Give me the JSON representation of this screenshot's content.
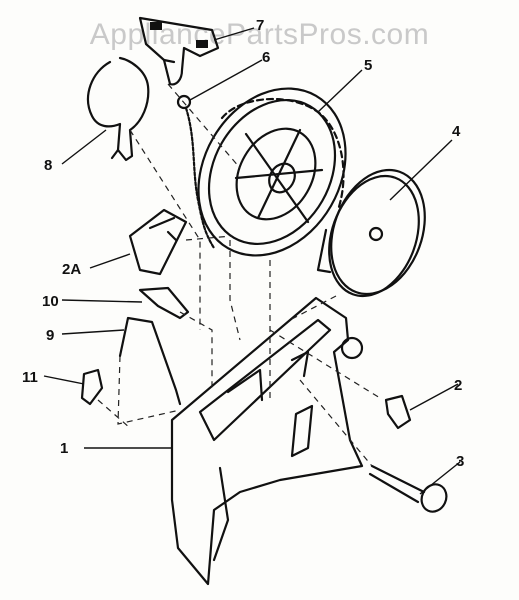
{
  "watermark": "AppliancePartsPros.com",
  "callouts": [
    {
      "id": "1",
      "label": "1"
    },
    {
      "id": "2",
      "label": "2"
    },
    {
      "id": "2A",
      "label": "2A"
    },
    {
      "id": "3",
      "label": "3"
    },
    {
      "id": "4",
      "label": "4"
    },
    {
      "id": "5",
      "label": "5"
    },
    {
      "id": "6",
      "label": "6"
    },
    {
      "id": "7",
      "label": "7"
    },
    {
      "id": "8",
      "label": "8"
    },
    {
      "id": "9",
      "label": "9"
    },
    {
      "id": "10",
      "label": "10"
    },
    {
      "id": "11",
      "label": "11"
    }
  ],
  "colors": {
    "ink": "#111111",
    "watermark": "#c9c9c9",
    "paper": "#fdfdfb"
  }
}
